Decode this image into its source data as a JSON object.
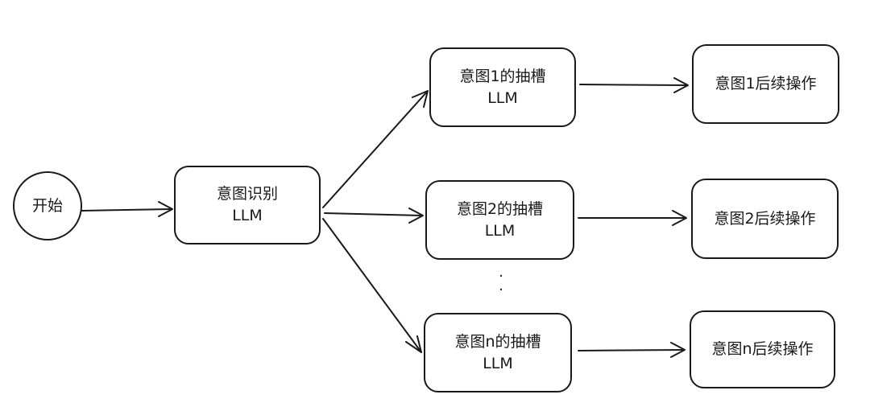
{
  "nodes": {
    "start": {
      "label": "开始"
    },
    "intent_recognition": {
      "line1": "意图识别",
      "line2": "LLM"
    },
    "slot1": {
      "line1": "意图1的抽槽",
      "line2": "LLM"
    },
    "slot2": {
      "line1": "意图2的抽槽",
      "line2": "LLM"
    },
    "slotn": {
      "line1": "意图n的抽槽",
      "line2": "LLM"
    },
    "action1": {
      "label": "意图1后续操作"
    },
    "action2": {
      "label": "意图2后续操作"
    },
    "actionn": {
      "label": "意图n后续操作"
    }
  },
  "ellipsis": ".",
  "edges": [
    {
      "from": "start",
      "to": "intent_recognition"
    },
    {
      "from": "intent_recognition",
      "to": "slot1"
    },
    {
      "from": "intent_recognition",
      "to": "slot2"
    },
    {
      "from": "intent_recognition",
      "to": "slotn"
    },
    {
      "from": "slot1",
      "to": "action1"
    },
    {
      "from": "slot2",
      "to": "action2"
    },
    {
      "from": "slotn",
      "to": "actionn"
    }
  ]
}
